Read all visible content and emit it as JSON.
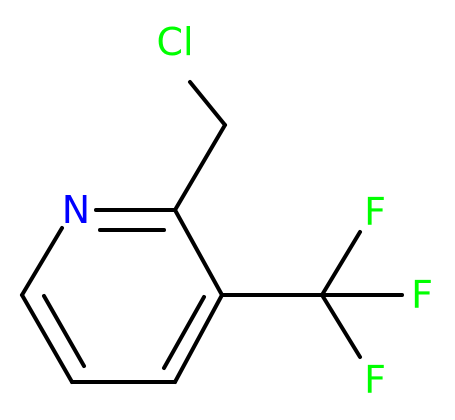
{
  "molecule": {
    "atoms": [
      {
        "symbol": "Cl",
        "color": "#00ff00"
      },
      {
        "symbol": "N",
        "color": "#0000ff"
      },
      {
        "symbol": "F",
        "color": "#00ff00"
      },
      {
        "symbol": "F",
        "color": "#00ff00"
      },
      {
        "symbol": "F",
        "color": "#00ff00"
      }
    ],
    "bond_color": "#000000"
  }
}
